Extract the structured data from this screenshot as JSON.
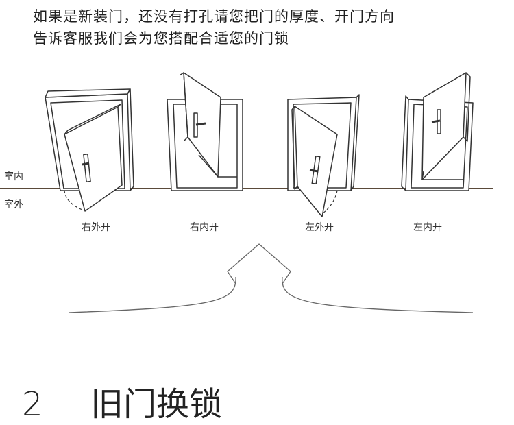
{
  "intro": {
    "line1": "如果是新装门，还没有打孔请您把门的厚度、开门方向",
    "line2": "告诉客服我们会为您搭配合适您的门锁"
  },
  "diagram": {
    "indoor_label": "室内",
    "outdoor_label": "室外",
    "doors": [
      {
        "label": "右外开",
        "opens": "outward"
      },
      {
        "label": "右内开",
        "opens": "inward"
      },
      {
        "label": "左外开",
        "opens": "outward"
      },
      {
        "label": "左内开",
        "opens": "inward"
      }
    ]
  },
  "section": {
    "number": "2",
    "title": "旧门换锁"
  },
  "colors": {
    "line": "#333333",
    "floor": "#5a4a3a",
    "text": "#222222"
  }
}
